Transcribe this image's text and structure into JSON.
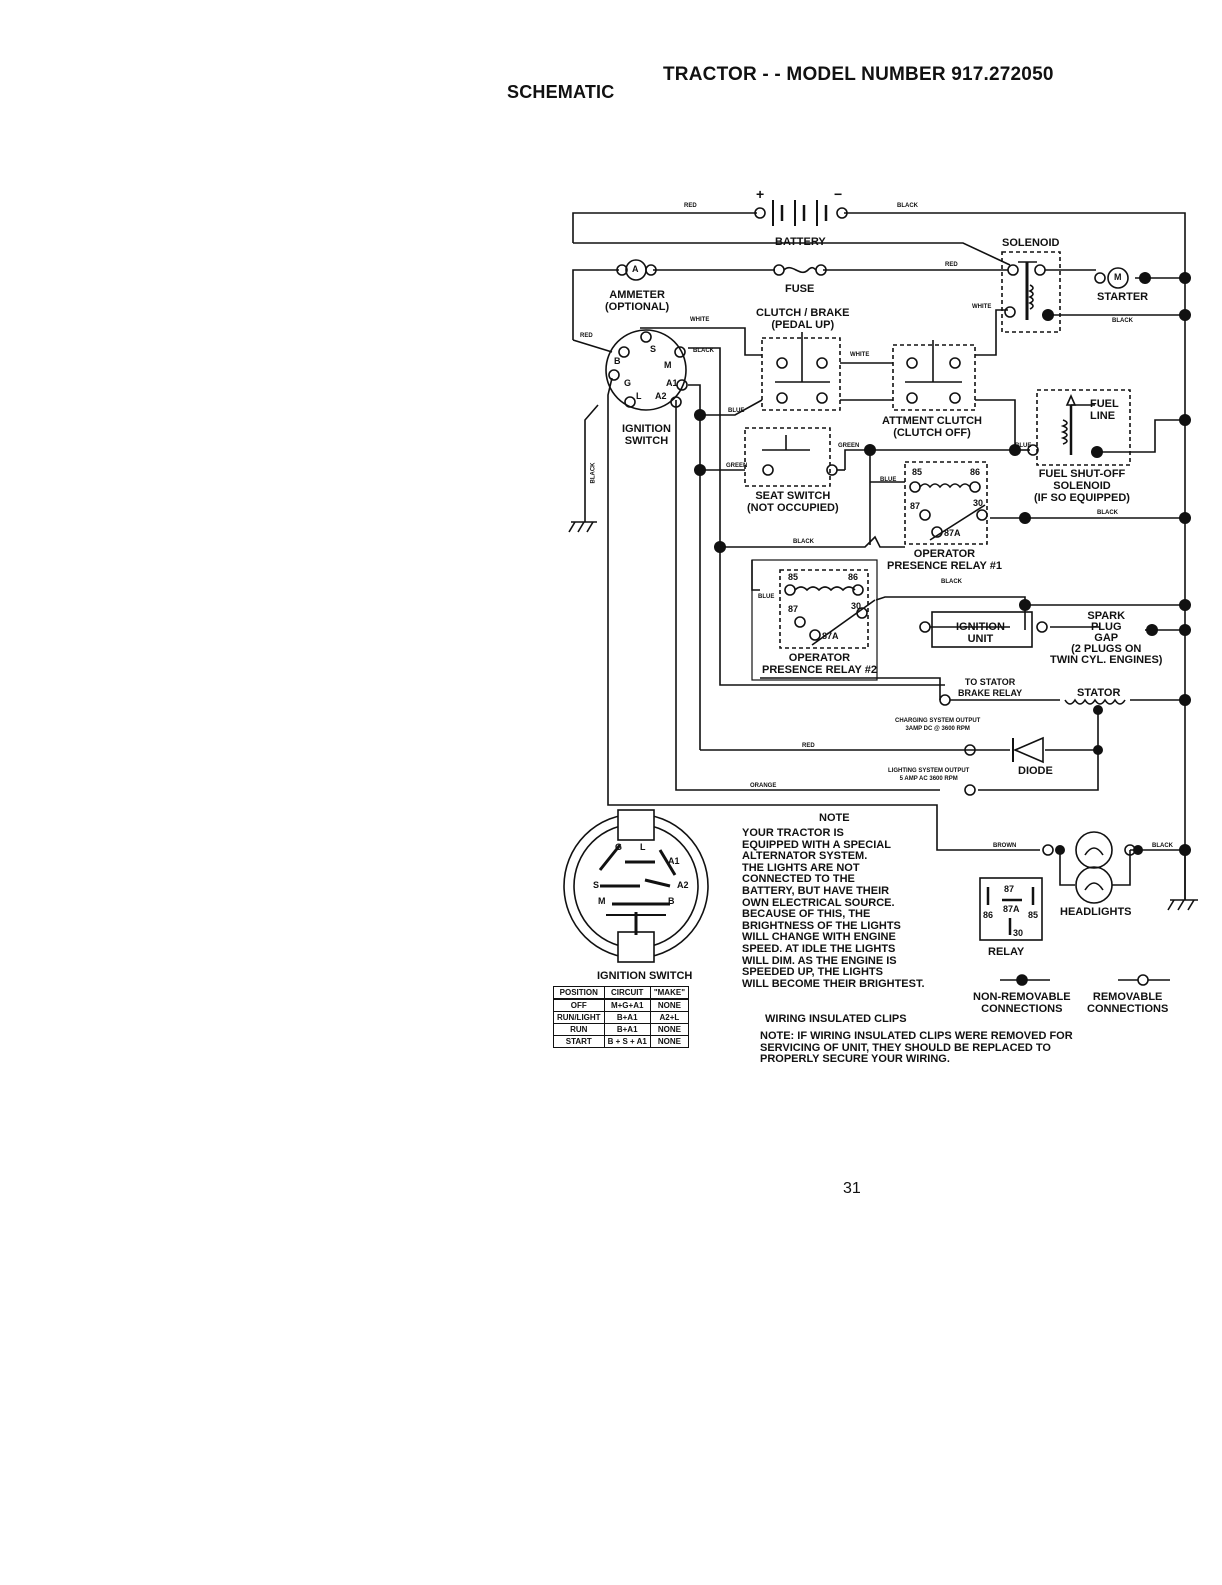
{
  "header": {
    "section": "SCHEMATIC",
    "title": "TRACTOR - - MODEL NUMBER 917.272050"
  },
  "components": {
    "battery": "BATTERY",
    "battery_plus": "+",
    "battery_minus": "−",
    "solenoid": "SOLENOID",
    "ammeter": [
      "AMMETER",
      "(OPTIONAL)"
    ],
    "ammeter_symbol": "A",
    "fuse": "FUSE",
    "starter": "STARTER",
    "starter_symbol": "M",
    "clutch_brake": [
      "CLUTCH / BRAKE",
      "(PEDAL UP)"
    ],
    "attachment_clutch": [
      "ATTMENT CLUTCH",
      "(CLUTCH OFF)"
    ],
    "fuel_line": [
      "FUEL",
      "LINE"
    ],
    "fuel_solenoid": [
      "FUEL SHUT-OFF",
      "SOLENOID",
      "(IF SO EQUIPPED)"
    ],
    "ignition_switch": [
      "IGNITION",
      "SWITCH"
    ],
    "ign_terminals": [
      "B",
      "S",
      "M",
      "G",
      "A1",
      "L",
      "A2"
    ],
    "seat_switch": [
      "SEAT SWITCH",
      "(NOT OCCUPIED)"
    ],
    "relay1": [
      "OPERATOR",
      "PRESENCE RELAY #1"
    ],
    "relay2": [
      "OPERATOR",
      "PRESENCE RELAY #2"
    ],
    "relay_pins": [
      "85",
      "86",
      "87",
      "30",
      "87A"
    ],
    "ignition_unit": [
      "IGNITION",
      "UNIT"
    ],
    "spark_plug": [
      "SPARK",
      "PLUG",
      "GAP",
      "(2 PLUGS ON",
      "TWIN CYL. ENGINES)"
    ],
    "to_stator": [
      "TO STATOR",
      "BRAKE RELAY"
    ],
    "stator": "STATOR",
    "charging_output": [
      "CHARGING SYSTEM OUTPUT",
      "3AMP DC @ 3600 RPM"
    ],
    "lighting_output": [
      "LIGHTING SYSTEM OUTPUT",
      "5 AMP AC 3600 RPM"
    ],
    "diode": "DIODE",
    "headlights": "HEADLIGHTS",
    "relay_legend": "RELAY",
    "relay_legend_pins": [
      "87",
      "87A",
      "86",
      "85",
      "30"
    ]
  },
  "wires": {
    "red": "RED",
    "black": "BLACK",
    "white": "WHITE",
    "blue": "BLUE",
    "green": "GREEN",
    "orange": "ORANGE",
    "brown": "BROWN"
  },
  "ignition_switch_table": {
    "title": "IGNITION SWITCH",
    "headers": [
      "POSITION",
      "CIRCUIT",
      "\"MAKE\""
    ],
    "rows": [
      [
        "OFF",
        "M+G+A1",
        "NONE"
      ],
      [
        "RUN/LIGHT",
        "B+A1",
        "A2+L"
      ],
      [
        "RUN",
        "B+A1",
        "NONE"
      ],
      [
        "START",
        "B + S + A1",
        "NONE"
      ]
    ],
    "diagram_labels": [
      "G",
      "L",
      "A1",
      "A2",
      "S",
      "M",
      "B"
    ]
  },
  "note": {
    "heading": "NOTE",
    "lines": [
      "YOUR TRACTOR IS",
      "EQUIPPED WITH A SPECIAL",
      "ALTERNATOR SYSTEM.",
      "THE LIGHTS ARE NOT",
      "CONNECTED TO THE",
      "BATTERY, BUT HAVE THEIR",
      "OWN ELECTRICAL SOURCE.",
      "BECAUSE OF THIS, THE",
      "BRIGHTNESS OF THE LIGHTS",
      "WILL CHANGE WITH ENGINE",
      "SPEED.  AT IDLE THE LIGHTS",
      "WILL DIM.  AS THE ENGINE IS",
      "SPEEDED UP, THE LIGHTS",
      "WILL BECOME THEIR BRIGHTEST."
    ]
  },
  "legend": {
    "non_removable": [
      "NON-REMOVABLE",
      "CONNECTIONS"
    ],
    "removable": [
      "REMOVABLE",
      "CONNECTIONS"
    ]
  },
  "clips": {
    "heading": "WIRING INSULATED CLIPS",
    "lines": [
      "NOTE: IF WIRING INSULATED CLIPS WERE REMOVED FOR",
      "SERVICING OF UNIT, THEY SHOULD BE REPLACED TO",
      "PROPERLY SECURE YOUR WIRING."
    ]
  },
  "page_number": "31"
}
